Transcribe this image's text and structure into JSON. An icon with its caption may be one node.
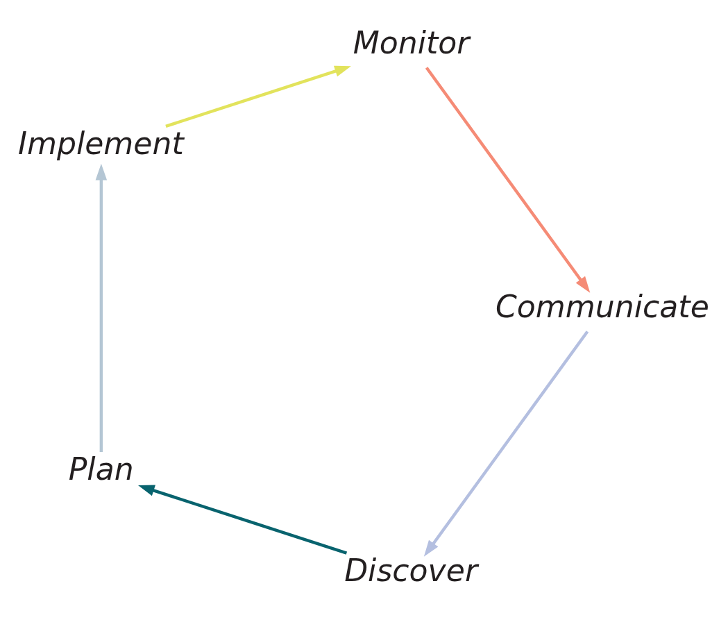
{
  "diagram": {
    "nodes": [
      {
        "text": [
          "Discover"
        ]
      },
      {
        "text": [
          "Plan"
        ]
      },
      {
        "text": [
          "Implement"
        ]
      },
      {
        "text": [
          "Monitor"
        ]
      },
      {
        "text": [
          "Communicate"
        ]
      }
    ],
    "edges": [
      {
        "from": 0,
        "to": 1,
        "arrow": "to",
        "color": "#08636e"
      },
      {
        "from": 1,
        "to": 2,
        "arrow": "to",
        "color": "#b4c6d4"
      },
      {
        "from": 2,
        "to": 3,
        "arrow": "to",
        "color": "#e2e35c"
      },
      {
        "from": 3,
        "to": 4,
        "arrow": "to",
        "color": "#f58b76"
      },
      {
        "from": 4,
        "to": 0,
        "arrow": "to",
        "color": "#b4bfe0"
      }
    ]
  }
}
